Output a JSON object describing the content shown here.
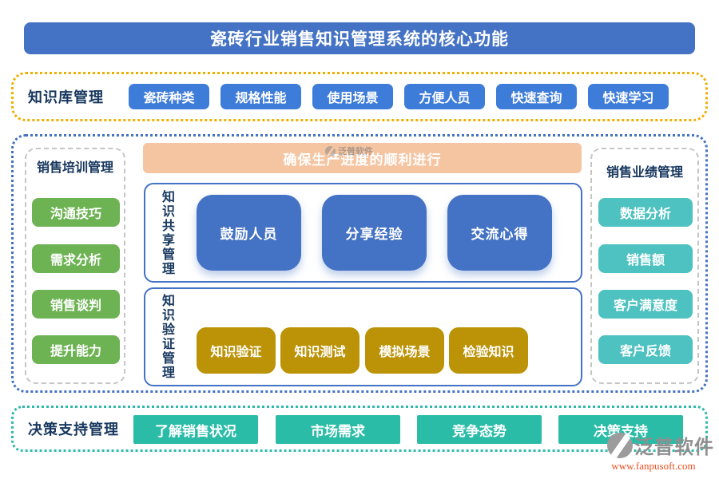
{
  "title": "瓷砖行业销售知识管理系统的核心功能",
  "colors": {
    "title_bar": "#4472C4",
    "kb_button": "#3E7CD9",
    "kb_border": "#EFAF00",
    "middle_border": "#4472C4",
    "decision_border": "#2FB9AB",
    "green_button": "#6DB353",
    "teal_button": "#4EC1C1",
    "decision_button": "#2BBCA8",
    "gold_button": "#BC9306",
    "share_button": "#4472C4",
    "banner_bg": "#F5C5A2",
    "label_text": "#17375E",
    "logo_url_color": "#ED4F1F"
  },
  "knowledge_base": {
    "label": "知识库管理",
    "items": [
      "瓷砖种类",
      "规格性能",
      "使用场景",
      "方便人员",
      "快速查询",
      "快速学习"
    ]
  },
  "sales_training": {
    "label": "销售培训管理",
    "items": [
      "沟通技巧",
      "需求分析",
      "销售谈判",
      "提升能力"
    ]
  },
  "banner": {
    "text": "确保生产进度的顺利进行"
  },
  "knowledge_sharing": {
    "label": "知识共享管理",
    "items": [
      "鼓励人员",
      "分享经验",
      "交流心得"
    ]
  },
  "knowledge_verification": {
    "label": "知识验证管理",
    "items": [
      "知识验证",
      "知识测试",
      "模拟场景",
      "检验知识"
    ]
  },
  "sales_performance": {
    "label": "销售业绩管理",
    "items": [
      "数据分析",
      "销售额",
      "客户满意度",
      "客户反馈"
    ]
  },
  "decision_support": {
    "label": "决策支持管理",
    "items": [
      "了解销售状况",
      "市场需求",
      "竞争态势",
      "决策支持"
    ]
  },
  "watermark": {
    "brand": "泛普软件",
    "url": "www.fanpusoft.com"
  }
}
